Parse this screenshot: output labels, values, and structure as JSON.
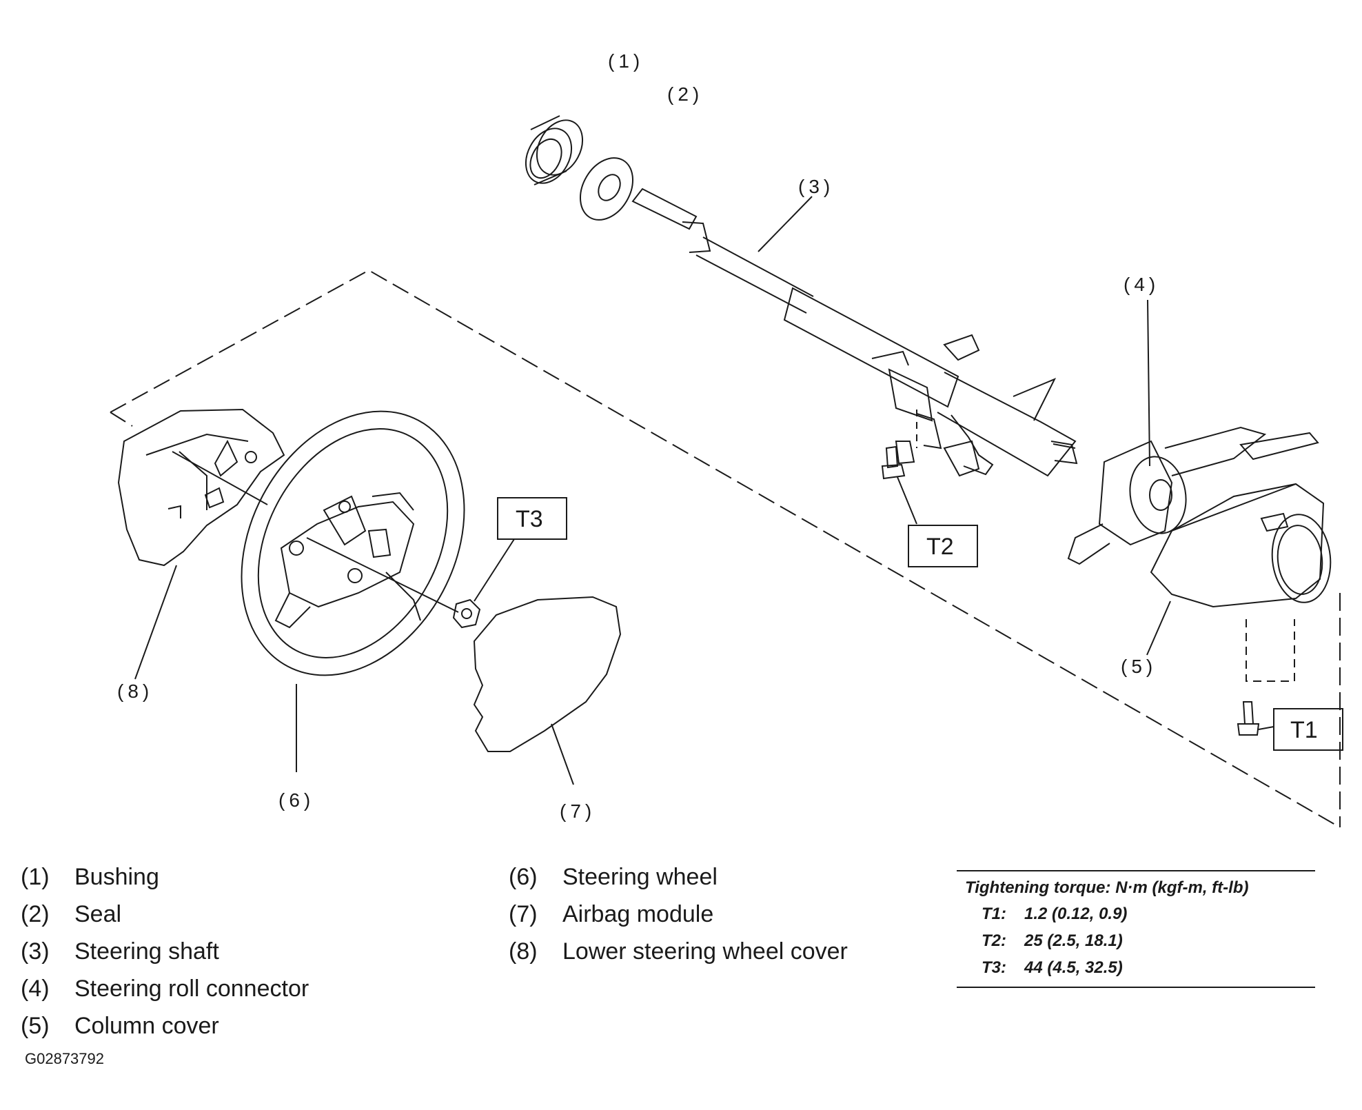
{
  "callouts": [
    "(1)",
    "(2)",
    "(3)",
    "(4)",
    "(5)",
    "(6)",
    "(7)",
    "(8)"
  ],
  "torque_boxes": [
    "T1",
    "T2",
    "T3"
  ],
  "legend": [
    {
      "num": "(1)",
      "label": "Bushing"
    },
    {
      "num": "(2)",
      "label": "Seal"
    },
    {
      "num": "(3)",
      "label": "Steering shaft"
    },
    {
      "num": "(4)",
      "label": "Steering roll connector"
    },
    {
      "num": "(5)",
      "label": "Column cover"
    },
    {
      "num": "(6)",
      "label": "Steering wheel"
    },
    {
      "num": "(7)",
      "label": "Airbag module"
    },
    {
      "num": "(8)",
      "label": "Lower steering wheel cover"
    }
  ],
  "torque_table": {
    "header": "Tightening torque: N·m (kgf-m, ft-lb)",
    "rows": [
      {
        "code": "T1:",
        "value": "1.2 (0.12, 0.9)"
      },
      {
        "code": "T2:",
        "value": "25 (2.5, 18.1)"
      },
      {
        "code": "T3:",
        "value": "44 (4.5, 32.5)"
      }
    ]
  },
  "figure_id": "G02873792",
  "colors": {
    "ink": "#1a1a1a",
    "background": "#ffffff"
  }
}
